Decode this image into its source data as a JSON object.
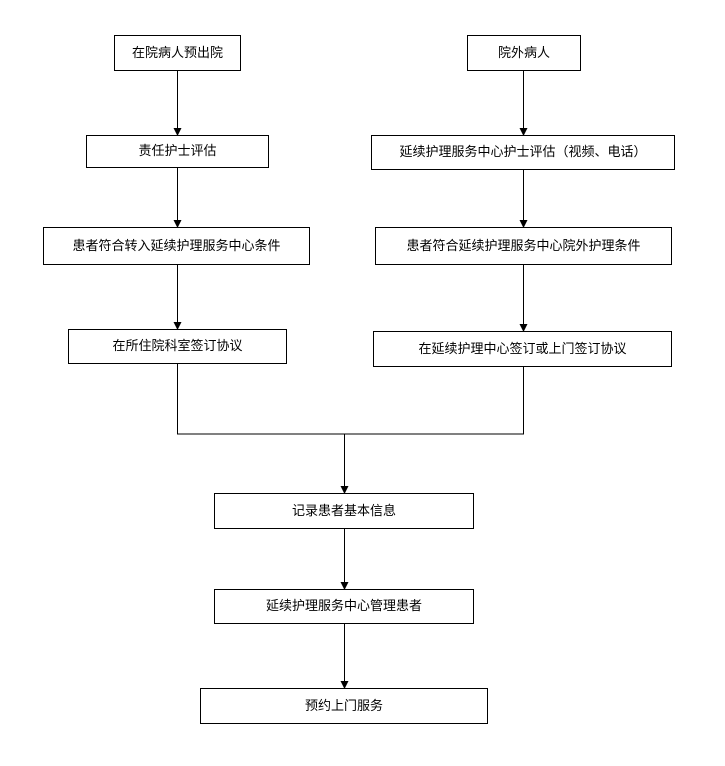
{
  "nodes": {
    "inpatient_discharge": "在院病人预出院",
    "outpatient": "院外病人",
    "responsible_nurse_assessment": "责任护士评估",
    "center_nurse_assessment": "延续护理服务中心护士评估（视频、电话）",
    "meets_transfer_criteria": "患者符合转入延续护理服务中心条件",
    "meets_outpatient_criteria": "患者符合延续护理服务中心院外护理条件",
    "sign_in_department": "在所住院科室签订协议",
    "sign_at_center_or_home": "在延续护理中心签订或上门签订协议",
    "record_basic_info": "记录患者基本信息",
    "center_manages_patient": "延续护理服务中心管理患者",
    "book_home_service": "预约上门服务"
  }
}
